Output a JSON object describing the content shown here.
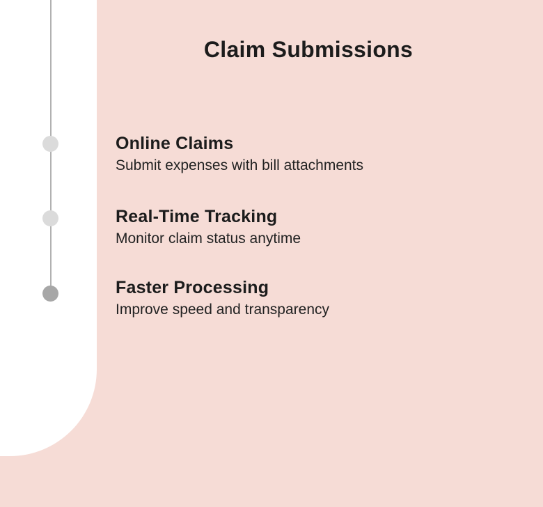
{
  "title": "Claim Submissions",
  "colors": {
    "background": "#f6dcd6",
    "panel": "#ffffff",
    "rail": "#b1b1b1",
    "dot_default": "#dbdbdb",
    "dot_active": "#a7a7a7",
    "heading_text": "#1c1c1c",
    "body_text": "#222222"
  },
  "timeline": {
    "items": [
      {
        "heading": "Online Claims",
        "description": "Submit expenses with bill attachments",
        "dot_state": "default"
      },
      {
        "heading": "Real-Time Tracking",
        "description": "Monitor claim status anytime",
        "dot_state": "default"
      },
      {
        "heading": "Faster Processing",
        "description": "Improve speed and transparency",
        "dot_state": "active"
      }
    ]
  }
}
